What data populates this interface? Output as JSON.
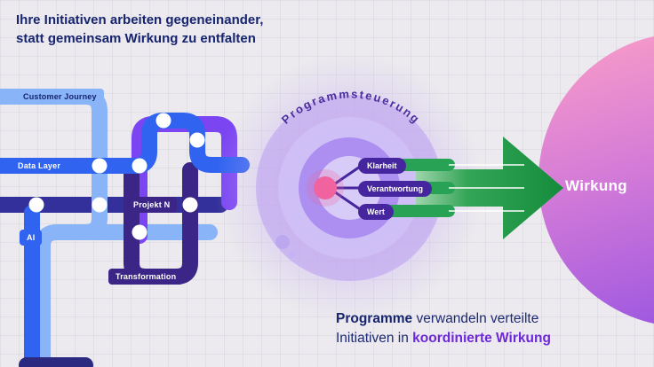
{
  "title": {
    "line1": "Ihre Initiativen arbeiten gegeneinander,",
    "line2": "statt gemeinsam Wirkung zu entfalten"
  },
  "pipes": {
    "customer_journey": "Customer Journey",
    "data_layer": "Data Layer",
    "projekt_n": "Projekt N",
    "ai": "AI",
    "transformation": "Transformation"
  },
  "hub": {
    "curved_label": "Programmsteuerung",
    "pills": [
      "Klarheit",
      "Verantwortung",
      "Wert"
    ]
  },
  "impact": {
    "label": "Wirkung"
  },
  "footer": {
    "lead": "Programme",
    "line1_rest": " verwandeln verteilte",
    "line2_start": "Initiativen in ",
    "highlight": "koordinierte Wirkung"
  },
  "colors": {
    "background": "#eceaee",
    "title_navy": "#17256f",
    "light_blue": "#8ab4f8",
    "blue": "#2f63f0",
    "indigo": "#33309b",
    "purple": "#7b46f2",
    "dark_purple": "#3b2586",
    "hub_pill_purple": "#45269e",
    "hub_ring_lavender": "#bfa3f0",
    "center_pink": "#f0639e",
    "arrow_green": "#1f9e48",
    "sphere_pink": "#f79ac9",
    "sphere_purple": "#9a55e0",
    "highlight_purple": "#6d28d9"
  }
}
